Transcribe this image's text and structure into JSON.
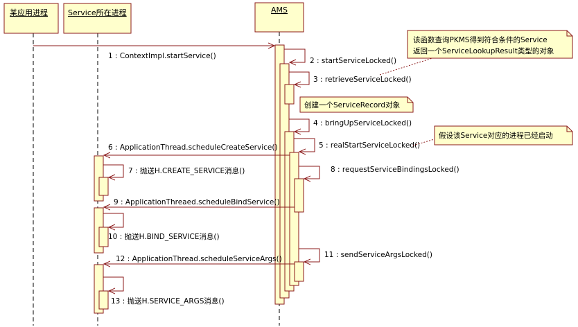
{
  "participants": [
    {
      "id": "app",
      "label": "某应用进程"
    },
    {
      "id": "svc",
      "label": "Service所在进程"
    },
    {
      "id": "ams",
      "label": "AMS"
    }
  ],
  "messages": [
    {
      "id": "m1",
      "label": "1 : ContextImpl.startService()",
      "from": "app",
      "to": "ams"
    },
    {
      "id": "m2",
      "label": "2 : startServiceLocked()",
      "from": "ams",
      "to": "ams"
    },
    {
      "id": "m3",
      "label": "3 : retrieveServiceLocked()",
      "from": "ams",
      "to": "ams"
    },
    {
      "id": "m4",
      "label": "4 : bringUpServiceLocked()",
      "from": "ams",
      "to": "ams"
    },
    {
      "id": "m5",
      "label": "5 : realStartServiceLocked()",
      "from": "ams",
      "to": "ams"
    },
    {
      "id": "m6",
      "label": "6 : ApplicationThread.scheduleCreateService()",
      "from": "ams",
      "to": "svc"
    },
    {
      "id": "m7",
      "label": "7 : 抛送H.CREATE_SERVICE消息()",
      "from": "svc",
      "to": "svc"
    },
    {
      "id": "m8",
      "label": "8 : requestServiceBindingsLocked()",
      "from": "ams",
      "to": "ams"
    },
    {
      "id": "m9",
      "label": "9 : ApplicationThreaed.scheduleBindService()",
      "from": "ams",
      "to": "svc"
    },
    {
      "id": "m10",
      "label": "10 : 抛送H.BIND_SERVICE消息()",
      "from": "svc",
      "to": "svc"
    },
    {
      "id": "m11",
      "label": "11 : sendServiceArgsLocked()",
      "from": "ams",
      "to": "ams"
    },
    {
      "id": "m12",
      "label": "12 : ApplicationThread.scheduleServiceArgs()",
      "from": "ams",
      "to": "svc"
    },
    {
      "id": "m13",
      "label": "13 : 抛送H.SERVICE_ARGS消息()",
      "from": "svc",
      "to": "svc"
    }
  ],
  "notes": [
    {
      "id": "n1",
      "lines": [
        "该函数查询PKMS得到符合条件的Service",
        "返回一个ServiceLookupResult类型的对象"
      ]
    },
    {
      "id": "n2",
      "lines": [
        "创建一个ServiceRecord对象"
      ]
    },
    {
      "id": "n3",
      "lines": [
        "假设该Service对应的进程已经启动"
      ]
    }
  ],
  "colors": {
    "activation_fill": "#ffffcc",
    "activation_stroke": "#8b1a1a",
    "object_fill": "#ffffcc",
    "line_dark_red": "#8b1a1a",
    "note_fill": "#ffffcc"
  }
}
